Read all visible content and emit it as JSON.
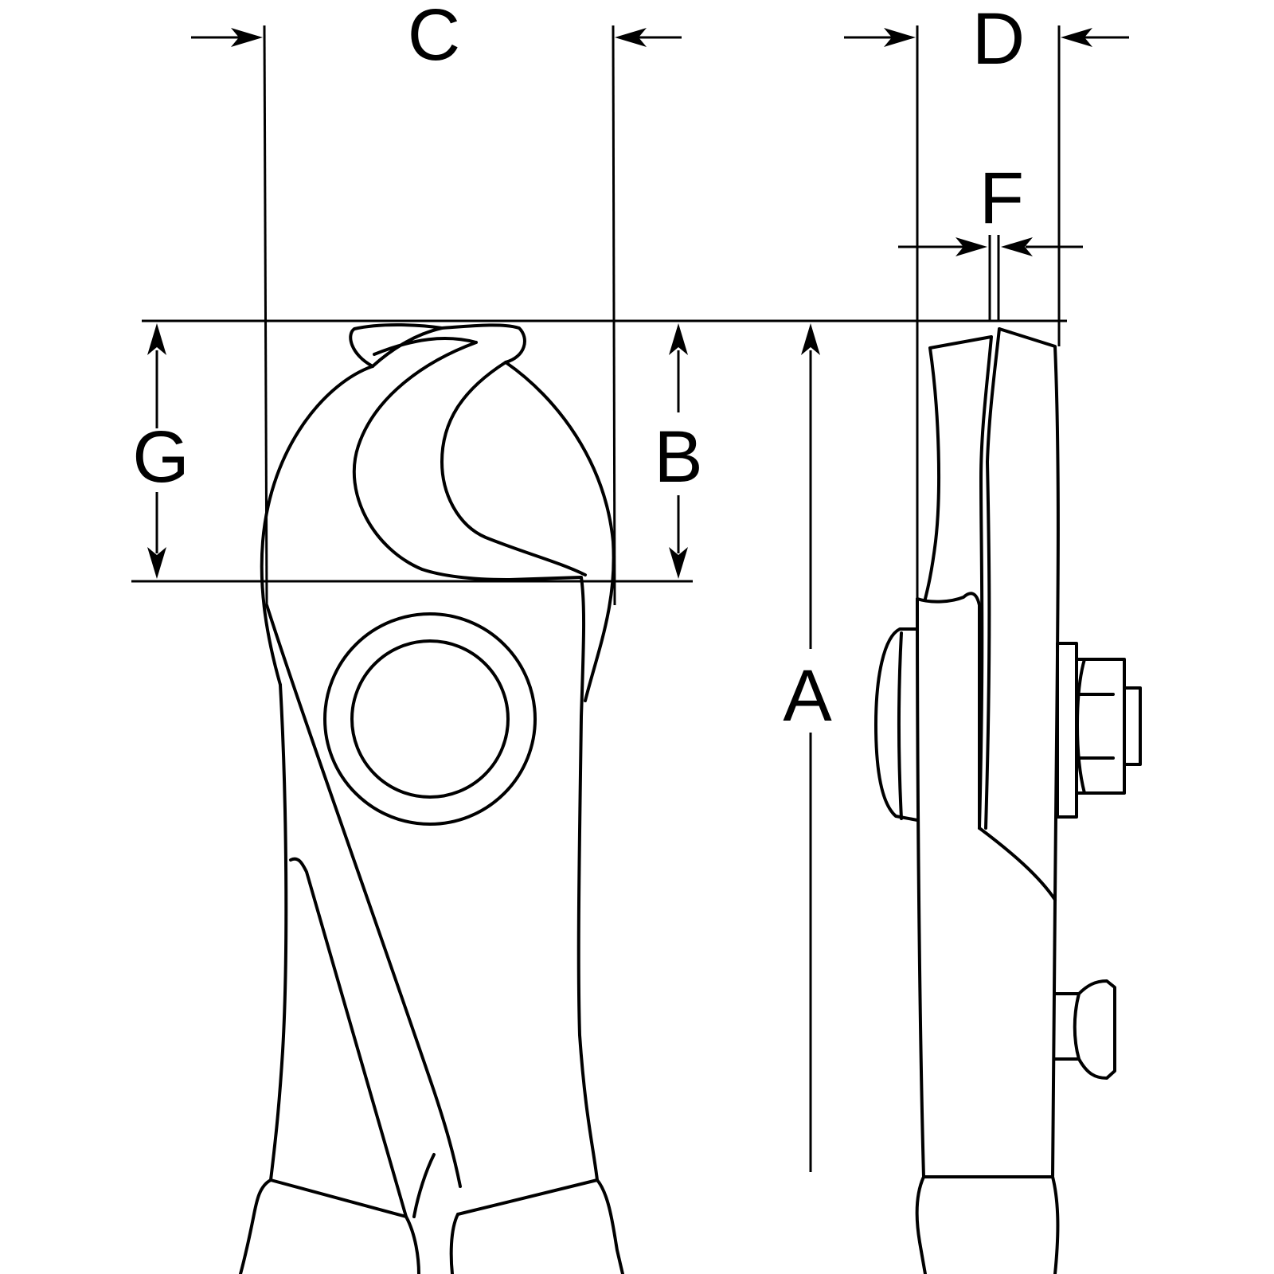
{
  "labels": {
    "a": "A",
    "b": "B",
    "c": "C",
    "d": "D",
    "f": "F",
    "g": "G"
  }
}
